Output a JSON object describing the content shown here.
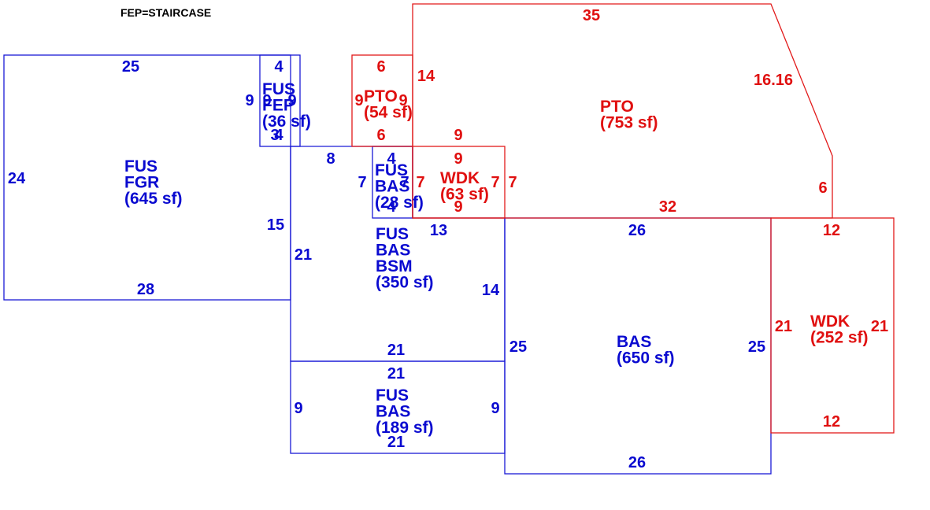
{
  "note": "FEP=STAIRCASE",
  "colors": {
    "existing": "#0a0ad0",
    "porch_deck": "#e01010"
  },
  "areas": [
    {
      "id": "fgr",
      "color": "blue",
      "lines": [
        "FUS",
        "FGR",
        "(645 sf)"
      ]
    },
    {
      "id": "fep",
      "color": "blue",
      "lines": [
        "FUS",
        "FEP",
        "(36 sf)"
      ]
    },
    {
      "id": "pto-small",
      "color": "red",
      "lines": [
        "PTO",
        "(54 sf)"
      ]
    },
    {
      "id": "pto-large",
      "color": "red",
      "lines": [
        "PTO",
        "(753 sf)"
      ]
    },
    {
      "id": "fus-bas-small",
      "color": "blue",
      "lines": [
        "FUS",
        "BAS",
        "(28 sf)"
      ]
    },
    {
      "id": "wdk-small",
      "color": "red",
      "lines": [
        "WDK",
        "(63 sf)"
      ]
    },
    {
      "id": "fus-bas-bsm",
      "color": "blue",
      "lines": [
        "FUS",
        "BAS",
        "BSM",
        "(350 sf)"
      ]
    },
    {
      "id": "bas",
      "color": "blue",
      "lines": [
        "BAS",
        "(650 sf)"
      ]
    },
    {
      "id": "wdk-large",
      "color": "red",
      "lines": [
        "WDK",
        "(252 sf)"
      ]
    },
    {
      "id": "fus-bas-lower",
      "color": "blue",
      "lines": [
        "FUS",
        "BAS",
        "(189 sf)"
      ]
    }
  ],
  "dimensions": [
    {
      "t": "25",
      "c": "blue"
    },
    {
      "t": "24",
      "c": "blue"
    },
    {
      "t": "28",
      "c": "blue"
    },
    {
      "t": "15",
      "c": "blue"
    },
    {
      "t": "4",
      "c": "blue"
    },
    {
      "t": "9",
      "c": "blue"
    },
    {
      "t": "9",
      "c": "blue"
    },
    {
      "t": "9",
      "c": "blue"
    },
    {
      "t": "3",
      "c": "blue"
    },
    {
      "t": "4",
      "c": "blue"
    },
    {
      "t": "6",
      "c": "red"
    },
    {
      "t": "9",
      "c": "red"
    },
    {
      "t": "9",
      "c": "red"
    },
    {
      "t": "6",
      "c": "red"
    },
    {
      "t": "14",
      "c": "red"
    },
    {
      "t": "35",
      "c": "red"
    },
    {
      "t": "16.16",
      "c": "red"
    },
    {
      "t": "6",
      "c": "red"
    },
    {
      "t": "32",
      "c": "red"
    },
    {
      "t": "8",
      "c": "blue"
    },
    {
      "t": "21",
      "c": "blue"
    },
    {
      "t": "4",
      "c": "blue"
    },
    {
      "t": "7",
      "c": "blue"
    },
    {
      "t": "7",
      "c": "blue"
    },
    {
      "t": "4",
      "c": "blue"
    },
    {
      "t": "9",
      "c": "red"
    },
    {
      "t": "9",
      "c": "red"
    },
    {
      "t": "7",
      "c": "red"
    },
    {
      "t": "7",
      "c": "red"
    },
    {
      "t": "7",
      "c": "red"
    },
    {
      "t": "9",
      "c": "red"
    },
    {
      "t": "13",
      "c": "blue"
    },
    {
      "t": "14",
      "c": "blue"
    },
    {
      "t": "21",
      "c": "blue"
    },
    {
      "t": "26",
      "c": "blue"
    },
    {
      "t": "25",
      "c": "blue"
    },
    {
      "t": "25",
      "c": "blue"
    },
    {
      "t": "26",
      "c": "blue"
    },
    {
      "t": "12",
      "c": "red"
    },
    {
      "t": "21",
      "c": "red"
    },
    {
      "t": "21",
      "c": "red"
    },
    {
      "t": "12",
      "c": "red"
    },
    {
      "t": "21",
      "c": "blue"
    },
    {
      "t": "9",
      "c": "blue"
    },
    {
      "t": "9",
      "c": "blue"
    },
    {
      "t": "21",
      "c": "blue"
    }
  ]
}
